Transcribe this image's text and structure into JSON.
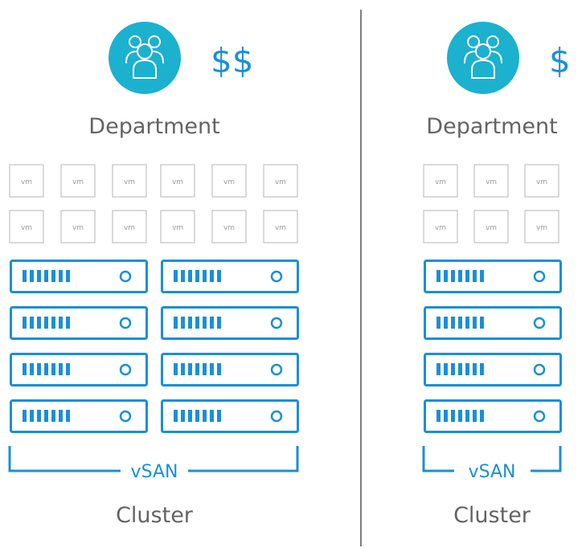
{
  "colors": {
    "accent_blue": "#1a8fd8",
    "icon_circle": "#1bb1cf",
    "label_gray": "#646464",
    "vm_border": "#b4b4b4",
    "vm_text": "#9a9a9a",
    "divider": "#555555"
  },
  "panels": [
    {
      "icon": "people-group-icon",
      "cost": "$$",
      "department_label": "Department",
      "vm_label": "vm",
      "vm_rows": 2,
      "vm_cols": 6,
      "server_rows": 4,
      "server_cols": 2,
      "storage_label": "vSAN",
      "cluster_label": "Cluster"
    },
    {
      "icon": "people-group-icon",
      "cost": "$",
      "department_label": "Department",
      "vm_label": "vm",
      "vm_rows": 2,
      "vm_cols": 3,
      "server_rows": 4,
      "server_cols": 1,
      "storage_label": "vSAN",
      "cluster_label": "Cluster"
    }
  ]
}
